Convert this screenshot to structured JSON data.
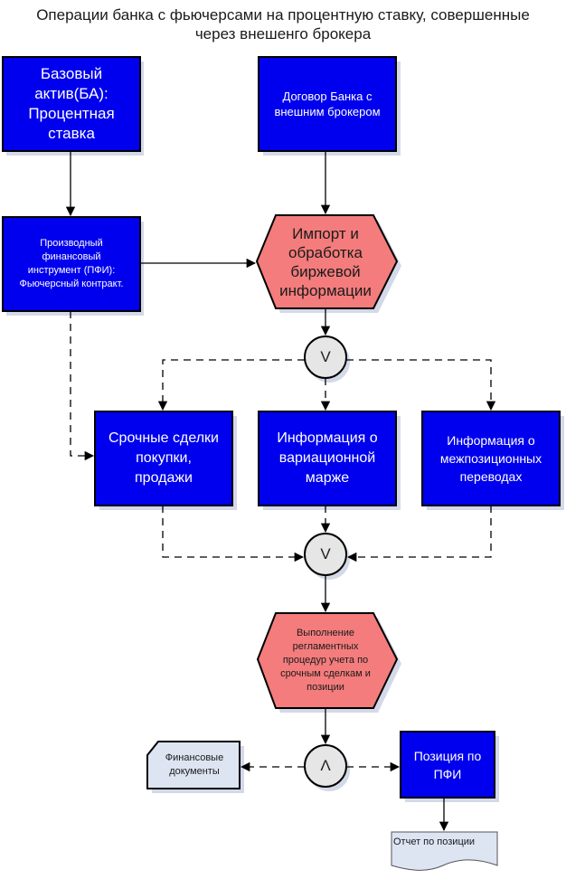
{
  "title": "Операции банка с фьючерсами на процентную ставку, совершенные\nчерез внешенго брокера",
  "colors": {
    "function_fill": "#0000ee",
    "event_fill": "#f47c7c",
    "operator_fill": "#e6e6e6",
    "document_fill": "#dde5f3",
    "stroke": "#000000",
    "shadow": "#cfd6e6"
  },
  "nodes": {
    "base_asset": "Базовый\nактив(БА):\nПроцентная\nставка",
    "contract": "Договор Банка с\nвнешним брокером",
    "derivative": "Производный\nфинансовый\nинструмент (ПФИ):\nФьючерсный контракт.",
    "import": "Импорт и\nобработка\nбиржевой\nинформации",
    "trades": "Срочные сделки\nпокупки,\nпродажи",
    "variation_margin": "Информация о\nвариационной\nмарже",
    "transfers": "Информация о\nмежпозиционных\nпереводах",
    "procedures": "Выполнение\nрегламентных\nпроцедур учета по\nсрочным сделкам и\nпозиции",
    "fin_docs": "Финансовые\nдокументы",
    "position": "Позиция по\nПФИ",
    "report": "Отчет по позиции"
  },
  "operators": {
    "or_split": "V",
    "or_join": "V",
    "and_split": "Λ"
  }
}
